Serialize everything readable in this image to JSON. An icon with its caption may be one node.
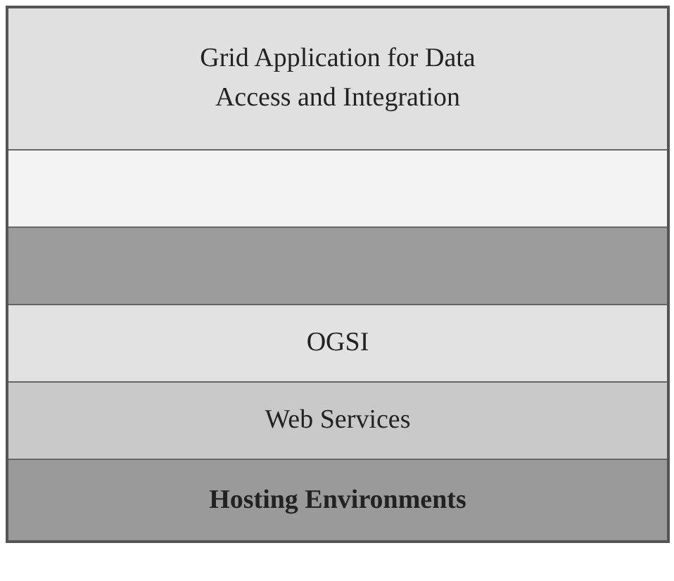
{
  "diagram": {
    "nodes": [
      {
        "text": [
          "Grid Application for Data Access and Integration"
        ]
      },
      {
        "text": [],
        "shape": "box"
      },
      {
        "text": [],
        "shape": "box"
      },
      {
        "text": [
          "OGSI"
        ]
      },
      {
        "text": [
          "Web Services"
        ]
      },
      {
        "text": [
          "Hosting Environments"
        ]
      }
    ]
  }
}
